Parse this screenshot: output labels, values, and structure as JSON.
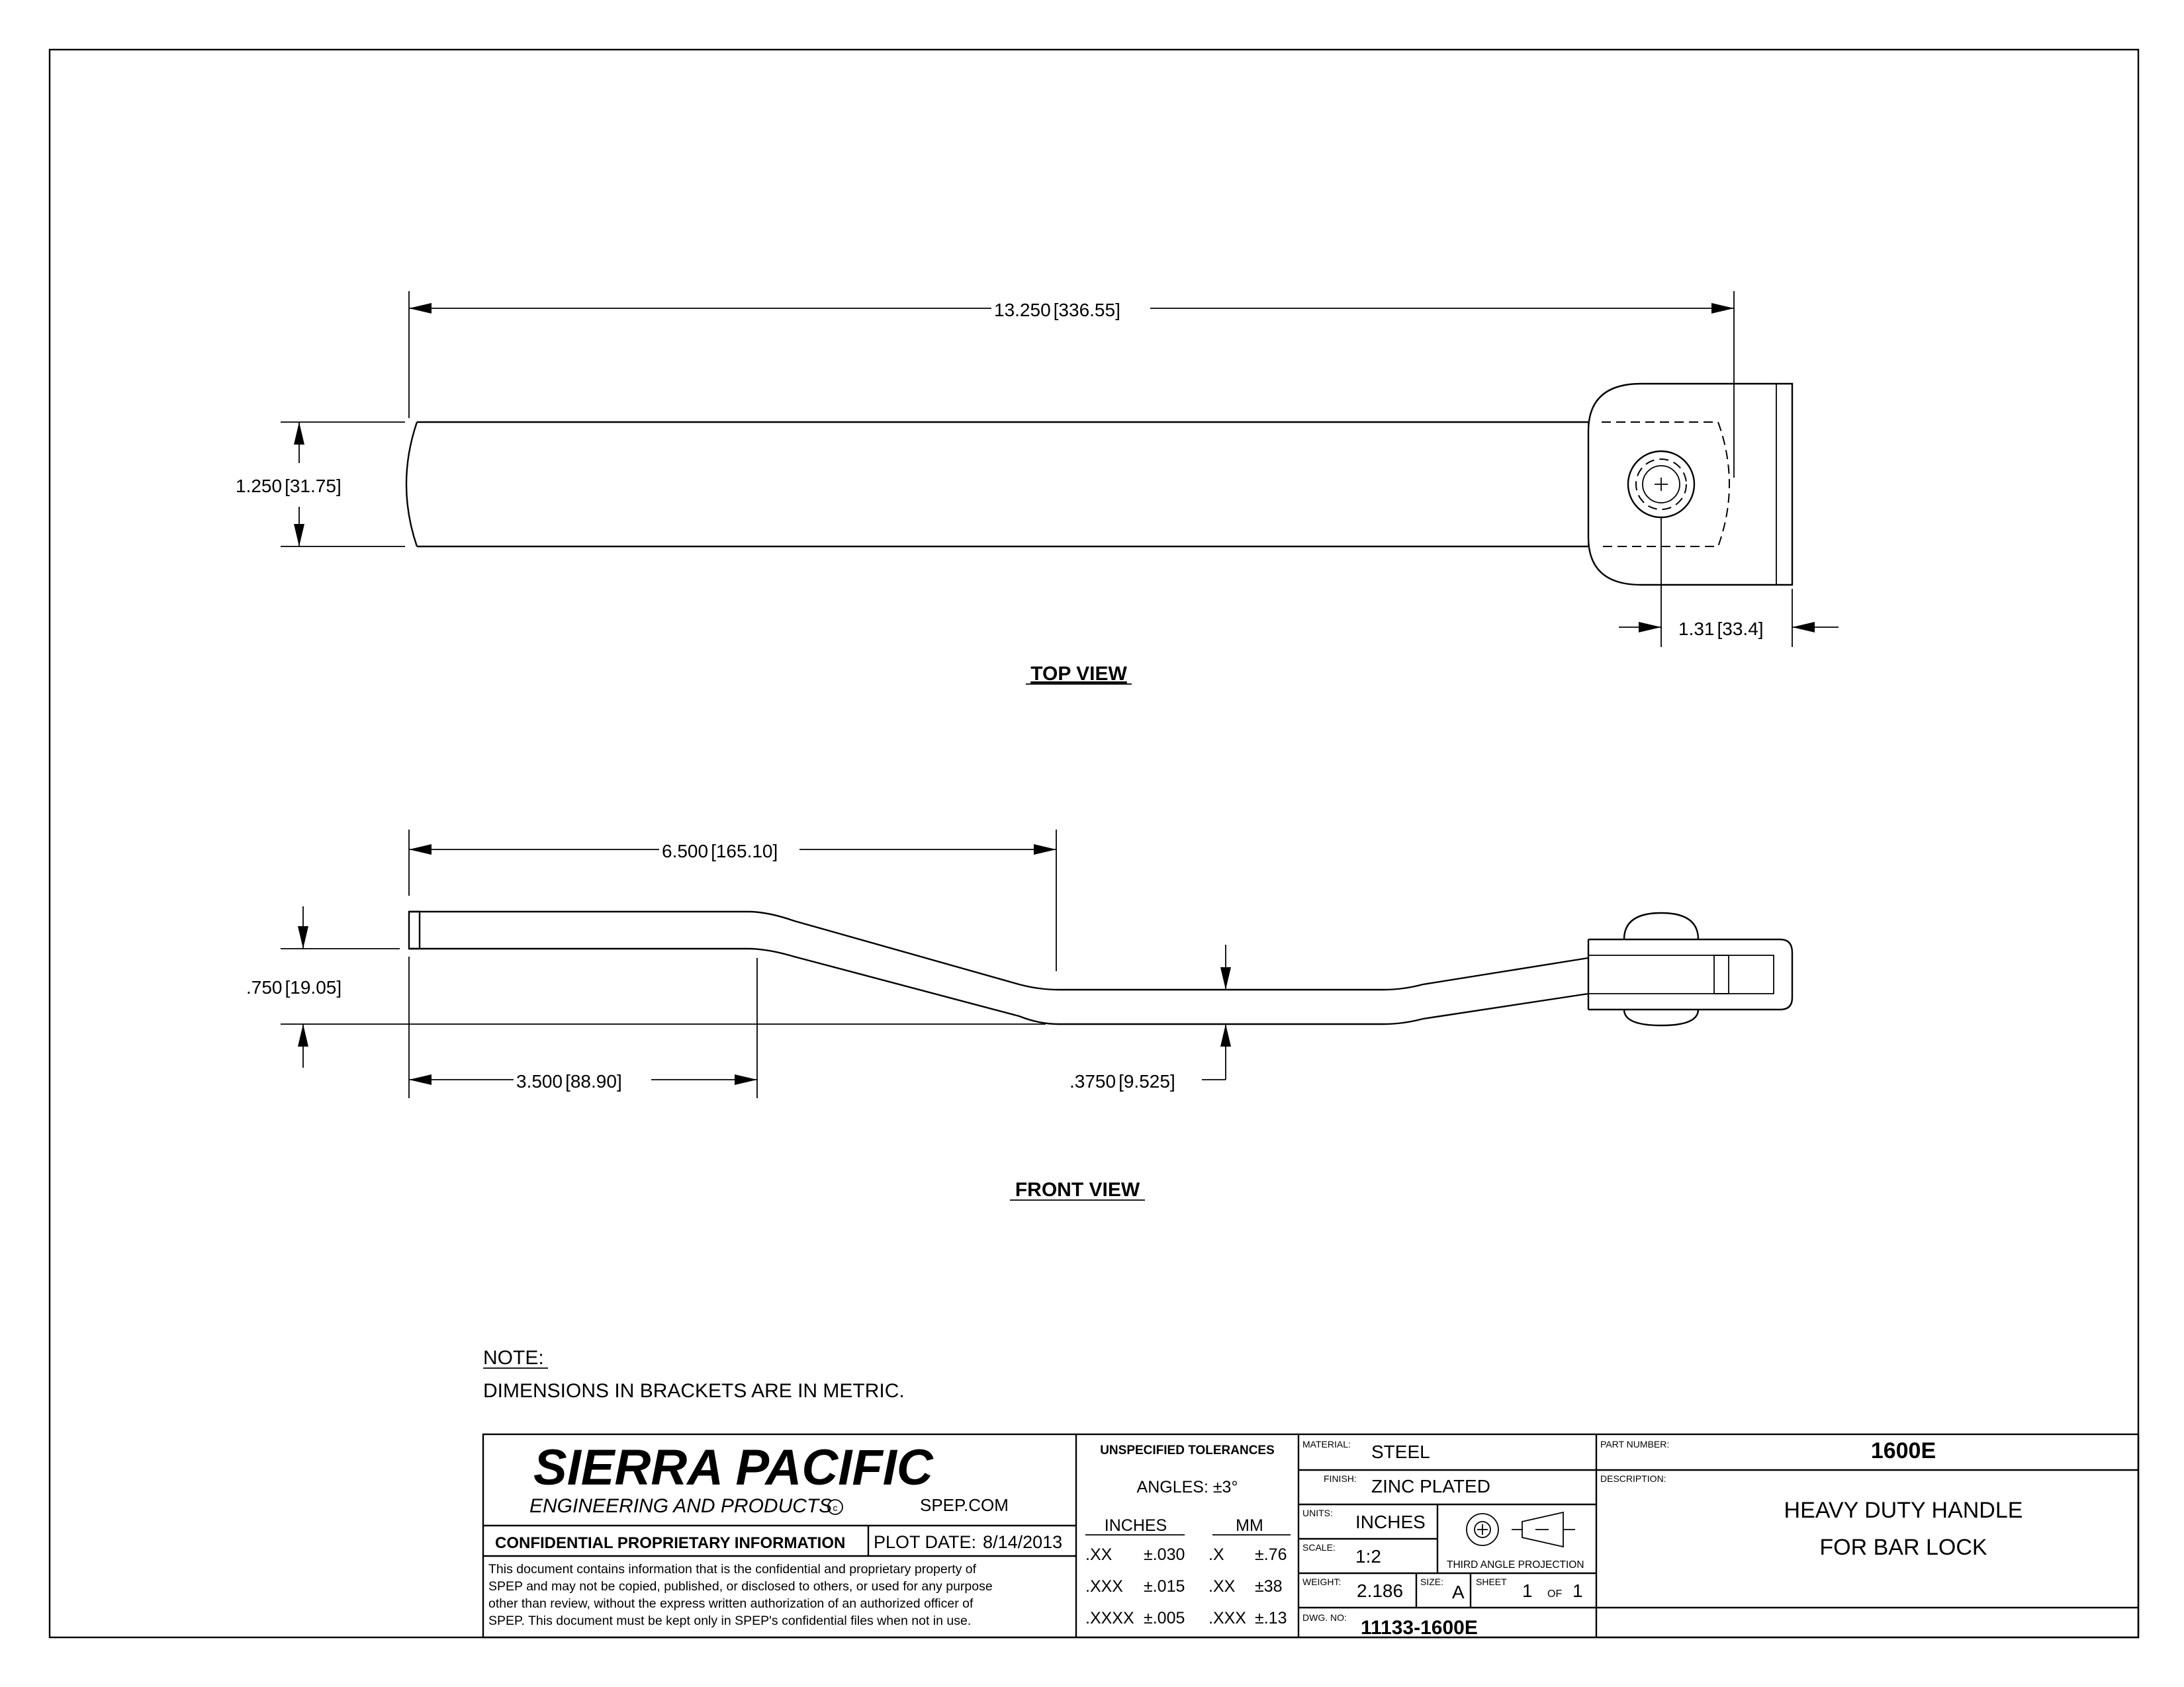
{
  "views": {
    "top": {
      "label": "TOP VIEW",
      "dims": {
        "overall_length": "13.250",
        "overall_length_mm": "336.55",
        "width": "1.250",
        "width_mm": "31.75",
        "end_offset": "1.31",
        "end_offset_mm": "33.4"
      }
    },
    "front": {
      "label": "FRONT VIEW",
      "dims": {
        "bend_end": "6.500",
        "bend_end_mm": "165.10",
        "bend_start": "3.500",
        "bend_start_mm": "88.90",
        "offset": ".750",
        "offset_mm": "19.05",
        "thickness": ".3750",
        "thickness_mm": "9.525"
      }
    }
  },
  "note": {
    "heading": "NOTE:",
    "text": "DIMENSIONS IN BRACKETS ARE IN METRIC."
  },
  "title_block": {
    "company": "SIERRA PACIFIC",
    "company_sub": "ENGINEERING AND PRODUCTS",
    "copyright": "c",
    "website": "SPEP.COM",
    "confidential": "CONFIDENTIAL PROPRIETARY INFORMATION",
    "plot_date_label": "PLOT DATE:",
    "plot_date": "8/14/2013",
    "disclaimer": [
      "This document contains information that is the confidential and proprietary property of",
      "SPEP and may not be copied, published, or disclosed to others, or used for any purpose",
      "other than review, without the express written authorization of an authorized officer of",
      "SPEP. This document must be kept only in SPEP's confidential files when not in use."
    ],
    "tolerances": {
      "header": "UNSPECIFIED TOLERANCES",
      "angles": "ANGLES: ±3°",
      "inches_header": "INCHES",
      "mm_header": "MM",
      "rows": [
        {
          "in_fmt": ".XX",
          "in_tol": "±.030",
          "mm_fmt": ".X",
          "mm_tol": "±.76"
        },
        {
          "in_fmt": ".XXX",
          "in_tol": "±.015",
          "mm_fmt": ".XX",
          "mm_tol": "±38"
        },
        {
          "in_fmt": ".XXXX",
          "in_tol": "±.005",
          "mm_fmt": ".XXX",
          "mm_tol": "±.13"
        }
      ]
    },
    "material_label": "MATERIAL:",
    "material": "STEEL",
    "finish_label": "FINISH:",
    "finish": "ZINC PLATED",
    "units_label": "UNITS:",
    "units": "INCHES",
    "scale_label": "SCALE:",
    "scale": "1:2",
    "projection": "THIRD ANGLE PROJECTION",
    "weight_label": "WEIGHT:",
    "weight": "2.186",
    "size_label": "SIZE:",
    "size": "A",
    "sheet_label": "SHEET",
    "sheet": "1",
    "of_label": "OF",
    "sheet_total": "1",
    "dwg_no_label": "DWG. NO:",
    "dwg_no": "11133-1600E",
    "part_number_label": "PART NUMBER:",
    "part_number": "1600E",
    "description_label": "DESCRIPTION:",
    "description_line1": "HEAVY DUTY HANDLE",
    "description_line2": "FOR BAR LOCK"
  }
}
